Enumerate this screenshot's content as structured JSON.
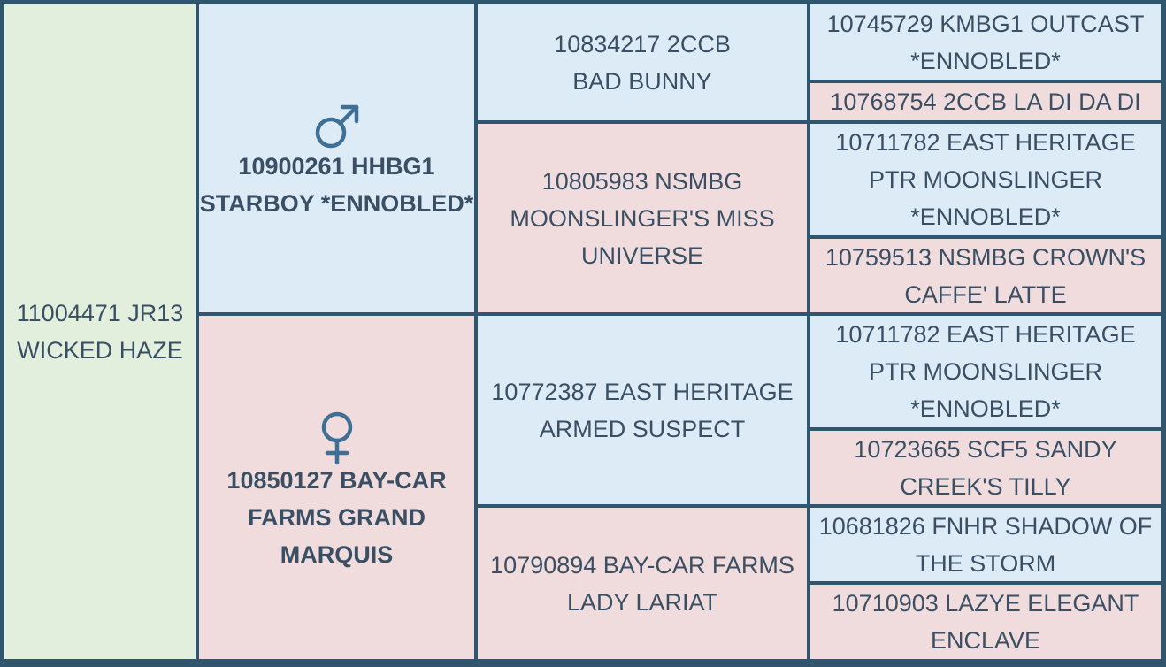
{
  "subject": {
    "name": "11004471 JR13 WICKED HAZE"
  },
  "sire": {
    "name": "10900261 HHBG1 STARBOY *ENNOBLED*",
    "icon": "male-symbol-icon",
    "color": "#3f6f94"
  },
  "dam": {
    "name": "10850127 BAY-CAR FARMS GRAND MARQUIS",
    "icon": "female-symbol-icon",
    "color": "#3f6f94"
  },
  "grandparents": [
    {
      "name": "10834217 2CCB BAD BUNNY"
    },
    {
      "name": "10805983 NSMBG MOONSLINGER'S MISS UNIVERSE"
    },
    {
      "name": "10772387 EAST HERITAGE ARMED SUSPECT"
    },
    {
      "name": "10790894 BAY-CAR FARMS LADY LARIAT"
    }
  ],
  "great_grandparents": [
    {
      "name": "10745729 KMBG1 OUTCAST *ENNOBLED*"
    },
    {
      "name": "10768754 2CCB LA DI DA DI"
    },
    {
      "name": "10711782 EAST HERITAGE PTR MOONSLINGER *ENNOBLED*"
    },
    {
      "name": "10759513 NSMBG CROWN'S CAFFE' LATTE"
    },
    {
      "name": "10711782 EAST HERITAGE PTR MOONSLINGER *ENNOBLED*"
    },
    {
      "name": "10723665 SCF5 SANDY CREEK'S TILLY"
    },
    {
      "name": "10681826 FNHR SHADOW OF THE STORM"
    },
    {
      "name": "10710903 LAZYE ELEGANT ENCLAVE"
    }
  ],
  "colors": {
    "border": "#30566e",
    "subject_bg": "#e1efdc",
    "male_bg": "#dcebf6",
    "female_bg": "#f0dcdc",
    "text": "#3a4f63"
  }
}
